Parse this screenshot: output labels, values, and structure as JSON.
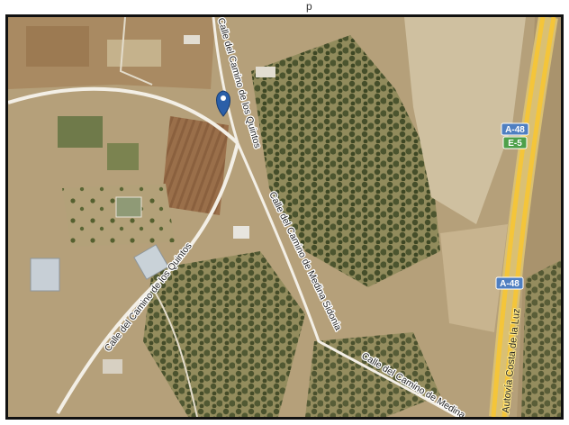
{
  "caption": "p",
  "map": {
    "marker": {
      "name": "location-marker"
    },
    "roads": [
      {
        "id": "quintos-top",
        "label": "Calle del Camino de los Quintos"
      },
      {
        "id": "quintos-bottom",
        "label": "Calle del Camino de los Quintos"
      },
      {
        "id": "medina-1",
        "label": "Calle del Camino de Medina Sidonia"
      },
      {
        "id": "medina-2",
        "label": "Calle del Camino de Medina"
      }
    ],
    "motorway": {
      "label": "Autovía Costa de la Luz"
    },
    "shields": [
      {
        "text": "A-48",
        "color": "#4f7fc1"
      },
      {
        "text": "E-5",
        "color": "#4ea04a"
      },
      {
        "text": "A-48",
        "color": "#4f7fc1"
      }
    ]
  }
}
